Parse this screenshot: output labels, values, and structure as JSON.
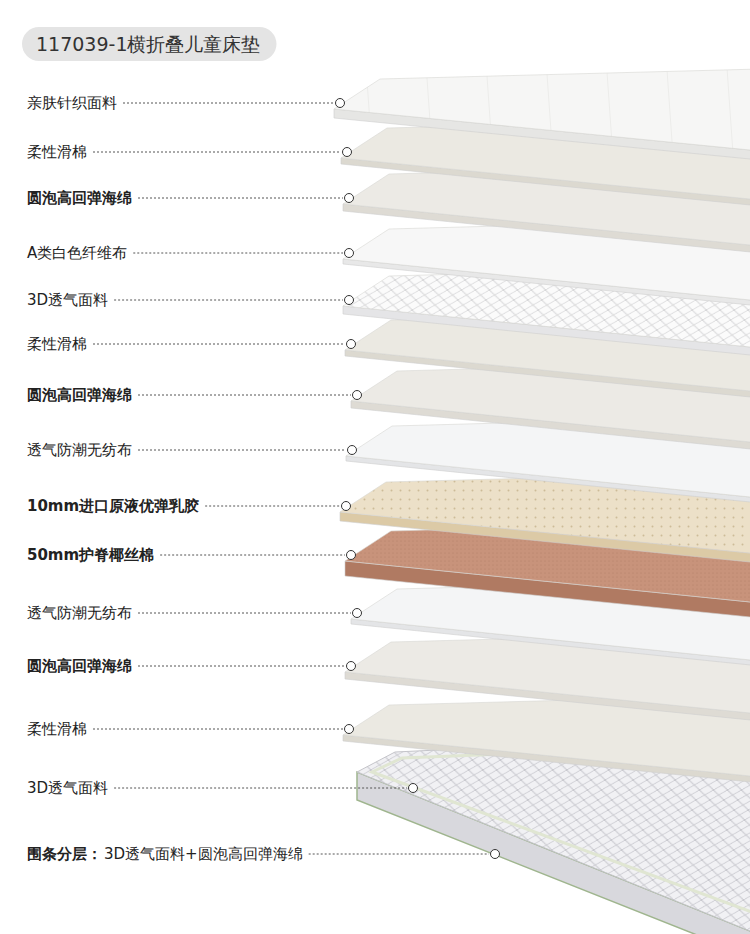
{
  "diagram": {
    "title": "117039-1横折叠儿童床垫",
    "labels": [
      "亲肤针织面料",
      "柔性滑棉",
      "圆泡高回弹海绵",
      "A类白色纤维布",
      "3D透气面料",
      "柔性滑棉",
      "圆泡高回弹海绵",
      "透气防潮无纺布",
      "10mm进口原液优弹乳胶",
      "50mm护脊椰丝棉",
      "透气防潮无纺布",
      "圆泡高回弹海绵",
      "柔性滑棉",
      "3D透气面料",
      "围条分层：",
      "3D透气面料+圆泡高回弹海绵"
    ]
  }
}
